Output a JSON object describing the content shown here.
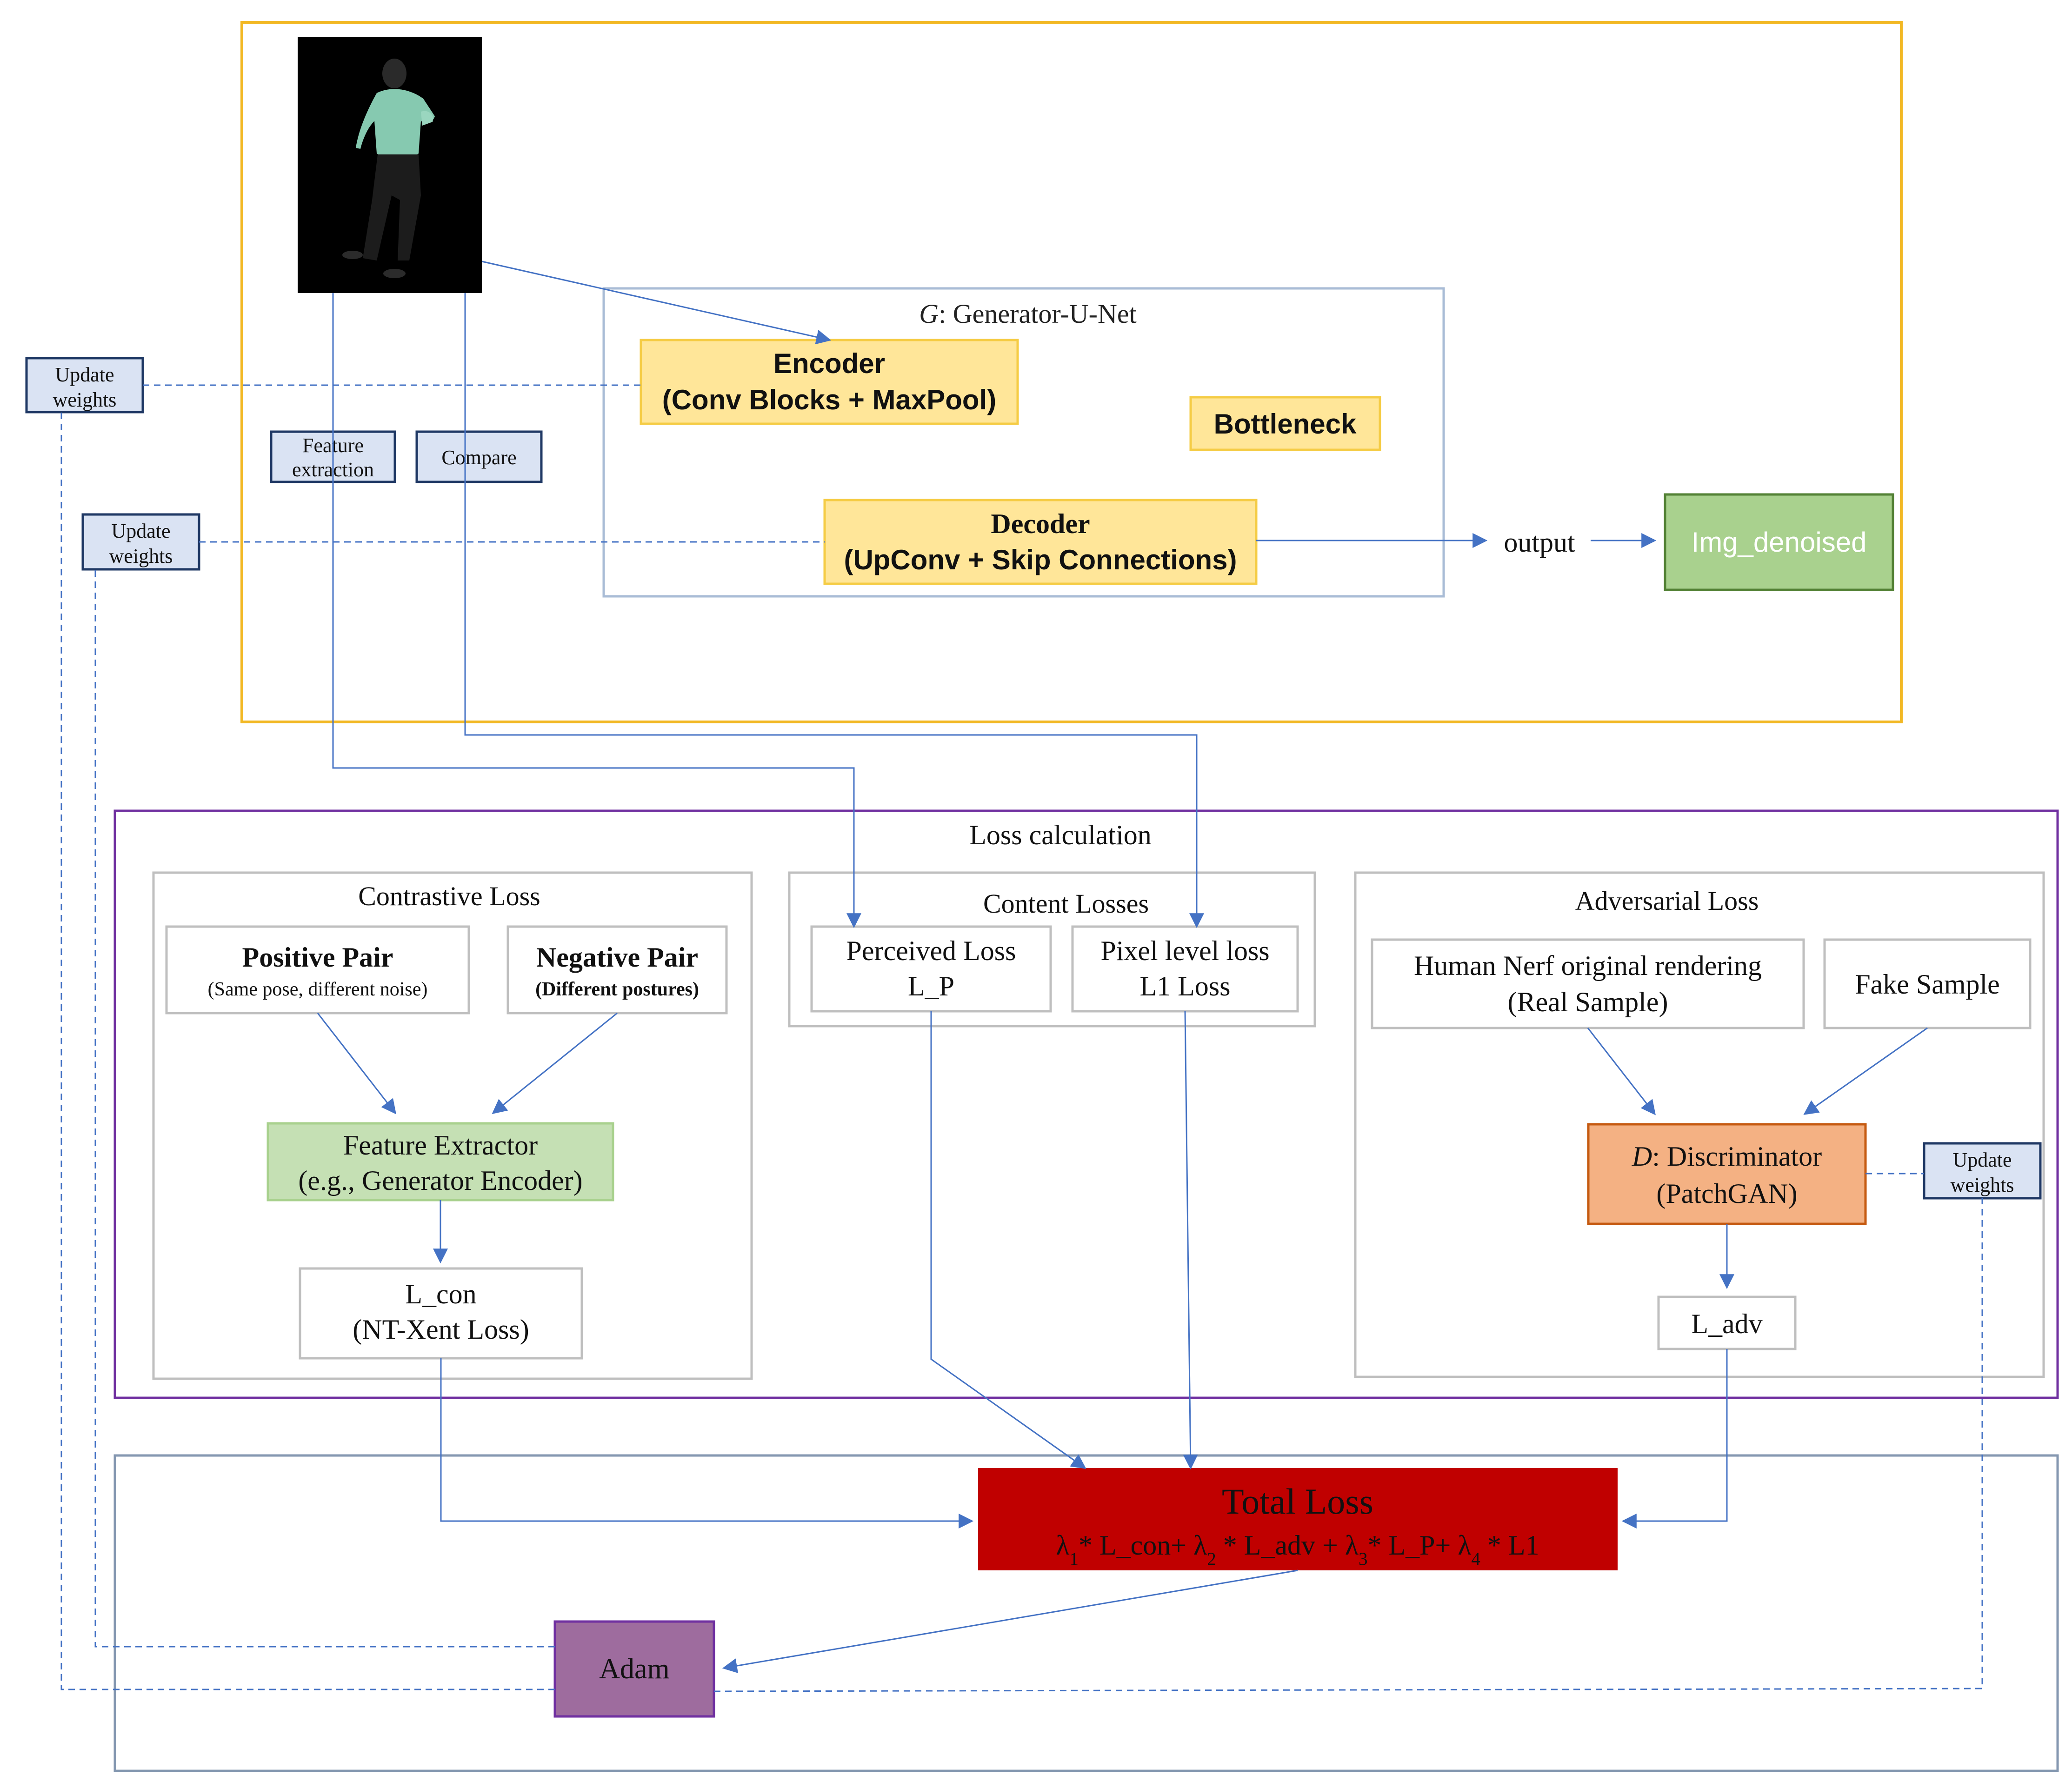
{
  "generator": {
    "title_symbol": "G",
    "title_rest": ":  Generator-U-Net",
    "encoder_line1": "Encoder",
    "encoder_line2": "(Conv Blocks + MaxPool)",
    "bottleneck": "Bottleneck",
    "decoder_line1": "Decoder",
    "decoder_line2": "(UpConv + Skip Connections)"
  },
  "output_label": "output",
  "img_denoised": "Img_denoised",
  "side_labels": {
    "update_weights_line1": "Update",
    "update_weights_line2": "weights",
    "feature_line1": "Feature",
    "feature_line2": "extraction",
    "compare": "Compare"
  },
  "loss_calculation": {
    "title": "Loss calculation",
    "contrastive": {
      "title": "Contrastive Loss",
      "positive_title": "Positive Pair",
      "positive_sub": "(Same pose, different noise)",
      "negative_title": "Negative Pair",
      "negative_sub": "(Different postures)",
      "extractor_line1": "Feature Extractor",
      "extractor_line2": "(e.g., Generator Encoder)",
      "lcon_line1": "L_con",
      "lcon_line2": "(NT-Xent Loss)"
    },
    "content": {
      "title": "Content Losses",
      "perceived_line1": "Perceived Loss",
      "perceived_line2": "L_P",
      "pixel_line1": "Pixel level loss",
      "pixel_line2": "L1 Loss"
    },
    "adversarial": {
      "title": "Adversarial Loss",
      "real_line1": "Human Nerf original rendering",
      "real_line2": "(Real Sample)",
      "fake": "Fake Sample",
      "disc_symbol": "D",
      "disc_rest": ":  Discriminator",
      "disc_line2": "(PatchGAN)",
      "ladv": "L_adv"
    }
  },
  "total_loss": {
    "title": "Total Loss",
    "formula": {
      "l1": "λ",
      "s1": "1",
      "t1": "* L_con+ ",
      "l2": "λ",
      "s2": "2",
      "t2": " * L_adv + ",
      "l3": "λ",
      "s3": "3",
      "t3": "* L_P+ ",
      "l4": "λ",
      "s4": "4",
      "t4": " * L1"
    }
  },
  "optimizer": "Adam",
  "colors": {
    "yellow_frame": "#F2B824",
    "purple_frame": "#7030A0",
    "steel_frame": "#8497B0",
    "gray_frame": "#BFBFBF",
    "yellow_fill": "#FFE699",
    "green_fill": "#A9D18E",
    "light_green_fill": "#C5E0B4",
    "orange_fill": "#F4B183",
    "red_fill": "#C00000",
    "adam_fill": "#9E6C9E",
    "label_fill": "#DAE3F3",
    "arrow": "#4472C4"
  }
}
